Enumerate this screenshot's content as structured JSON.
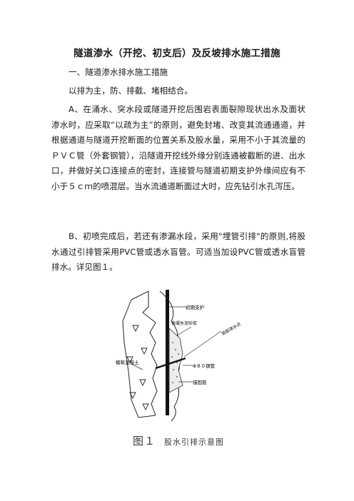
{
  "document": {
    "title": "隧道渗水（开挖、初支后）及反坡排水施工措施",
    "section_heading": "一、隧道渗水排水施工措施",
    "intro": "以排为主，防、排截、堵相结合。",
    "para_a": "A、在涌水、突水段或隧道开挖后围岩表面裂隙现状出水及面状渗水时，应采取“以疏为主”的原则，避免封堵、改变其流通通道，并根据通道与隧道开挖断面的位置关系及股水量，采用不小于其流量的ＰＶＣ管（外套钢管），沿隧道开挖线外缘分别连通被截断的进、出水口，并做好关口连接点的密封，连接管与隧道初期支护外缘间应有不小于５ｃｍ的喷混层。当水流通道断面过大时，应先钻引水孔泻压。",
    "para_b": "B、初喷完成后，若还有渗漏水段，采用\"埋管引排\"的原则,将股水通过引排管采用PVC管或透水盲管。可适当加设PVC管或透水盲管排水。详见图１。"
  },
  "figure": {
    "labels": {
      "initial_support": "初期支护",
      "lining_concrete": "模筑混凝土",
      "quick_set_mortar": "快凝水泥砂浆",
      "leak_point": "局部渗水点",
      "pipe": "Φ８０钢管",
      "anchor": "锚固筋"
    },
    "caption_number": "图１",
    "caption_text": "股水引排示意图"
  }
}
